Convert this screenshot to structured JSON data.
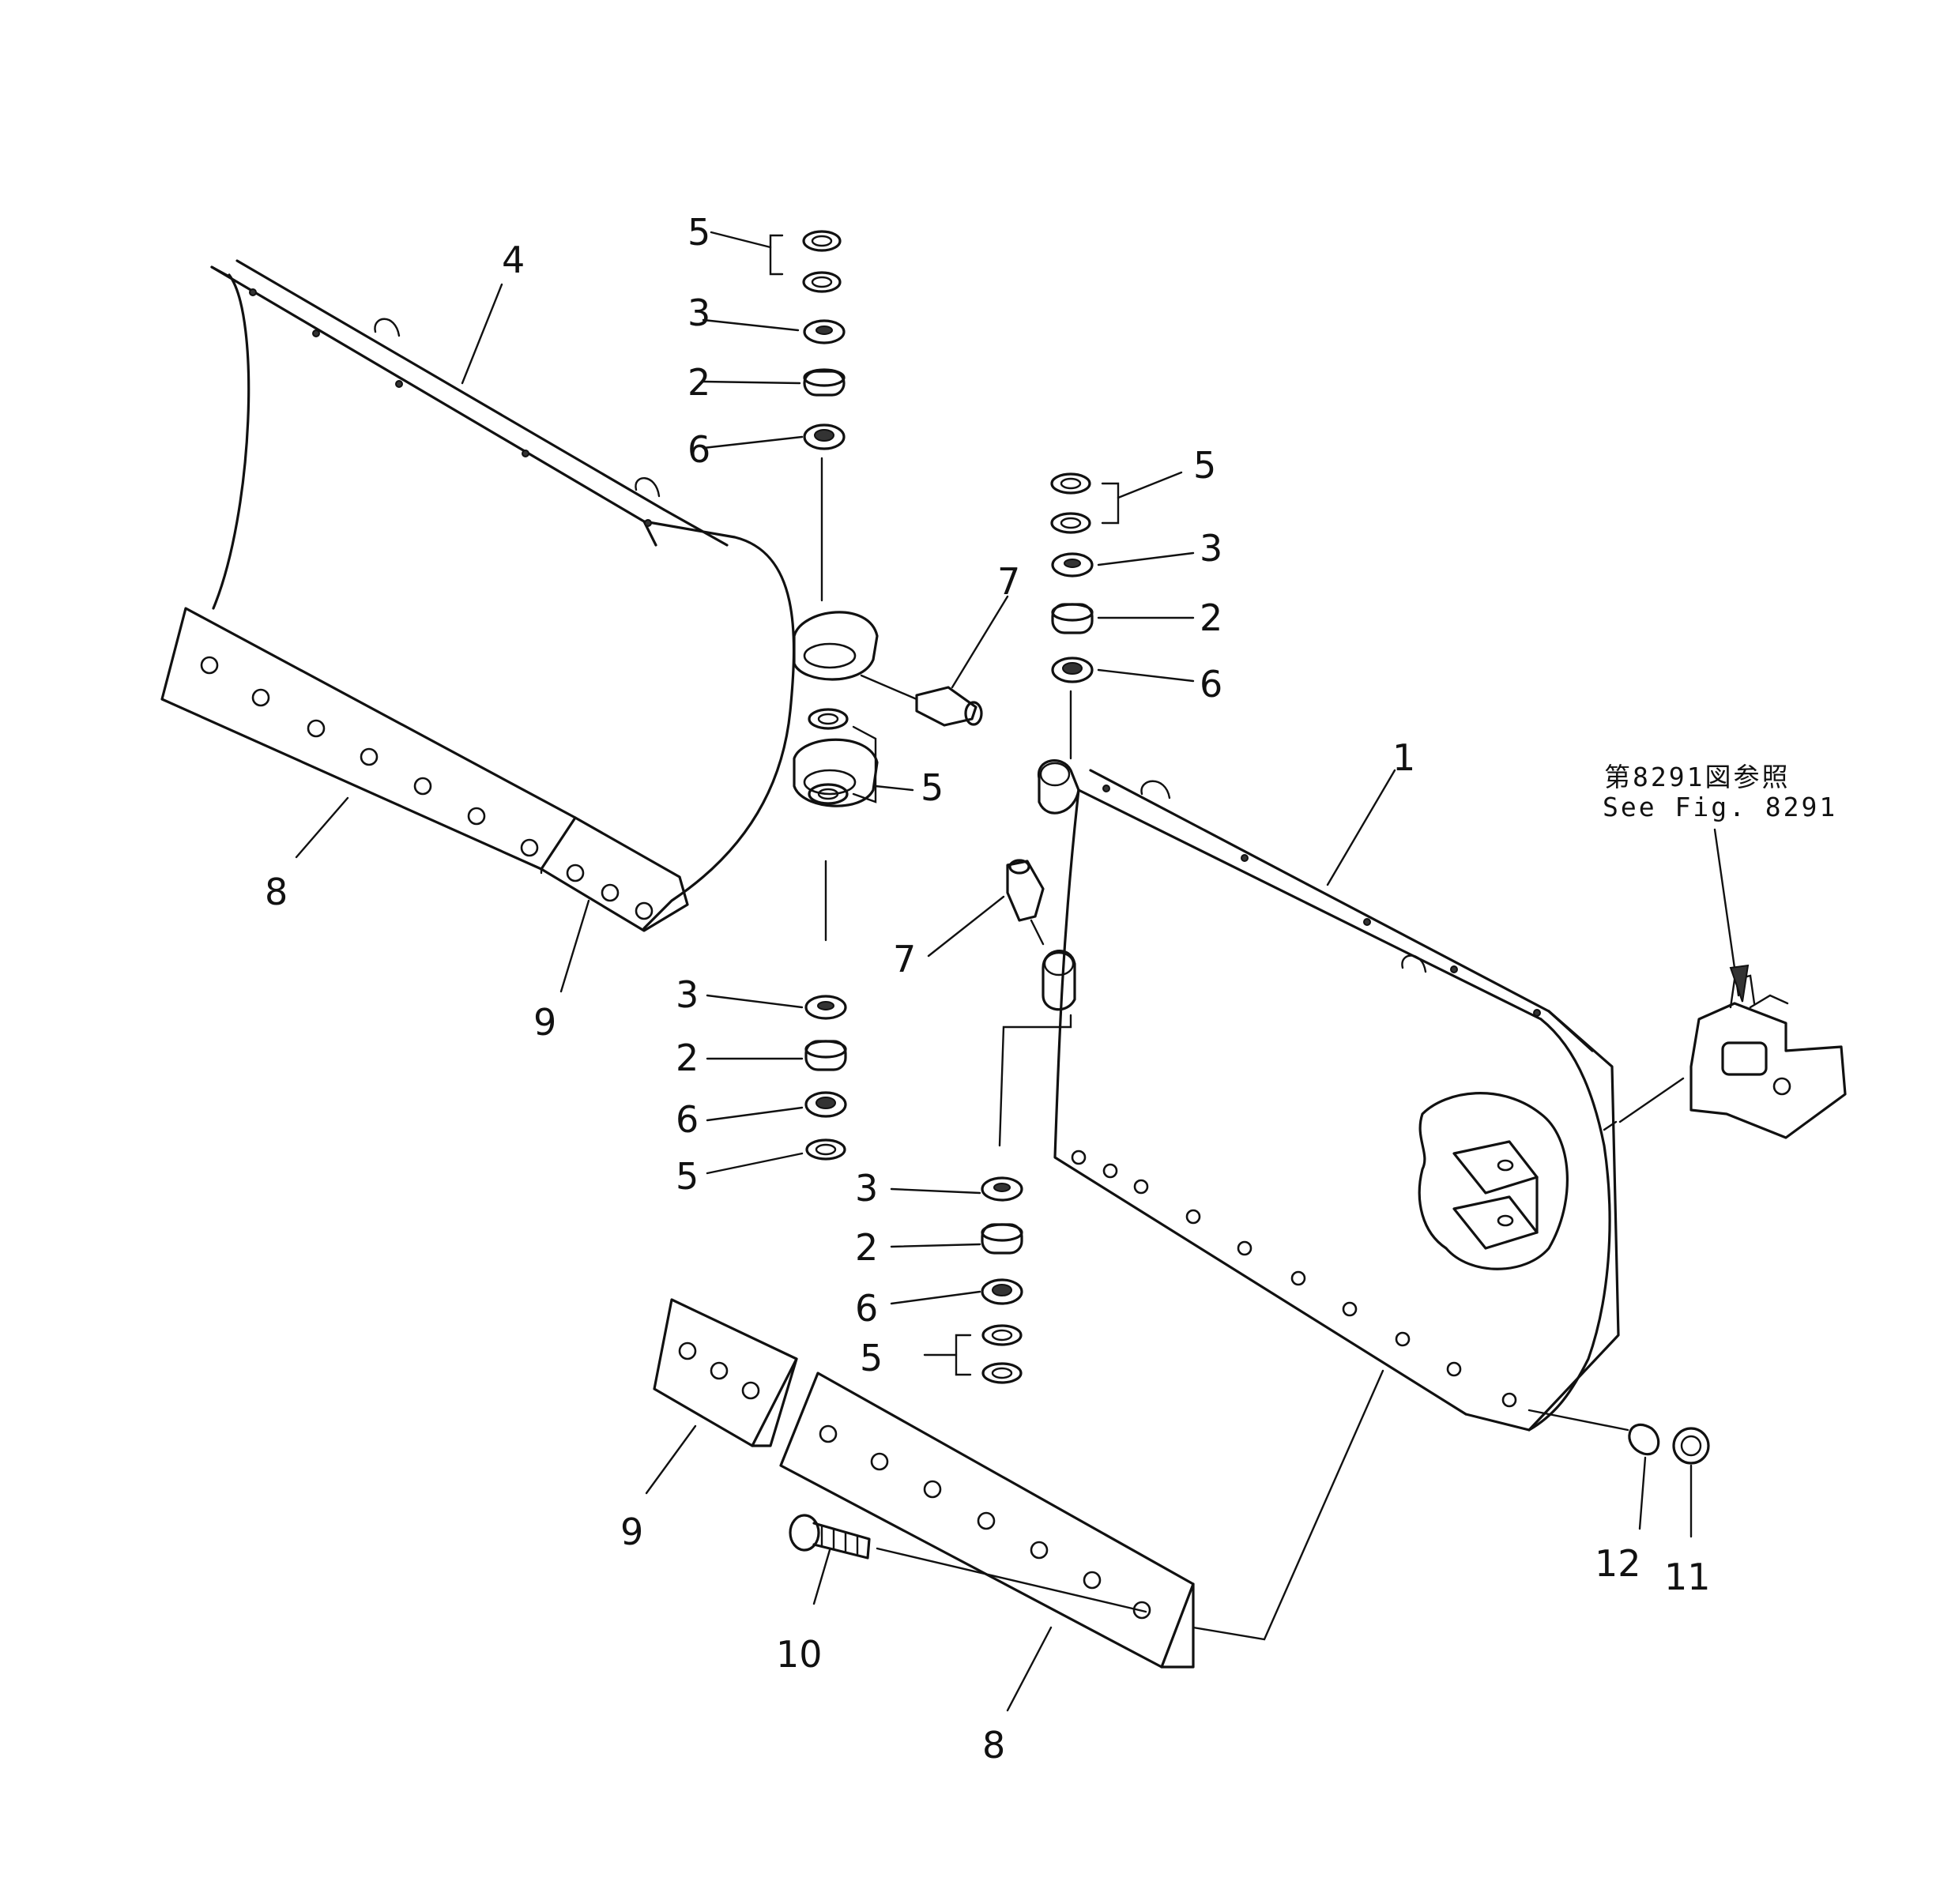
{
  "diagram": {
    "callouts": {
      "c1": "1",
      "c2": "2",
      "c3": "3",
      "c4": "4",
      "c5": "5",
      "c6": "6",
      "c7": "7",
      "c8": "8",
      "c9": "9",
      "c10": "10",
      "c11": "11",
      "c12": "12"
    },
    "reference_note": {
      "line_ja": "第8291図参照",
      "line_en": "See  Fig. 8291"
    }
  }
}
